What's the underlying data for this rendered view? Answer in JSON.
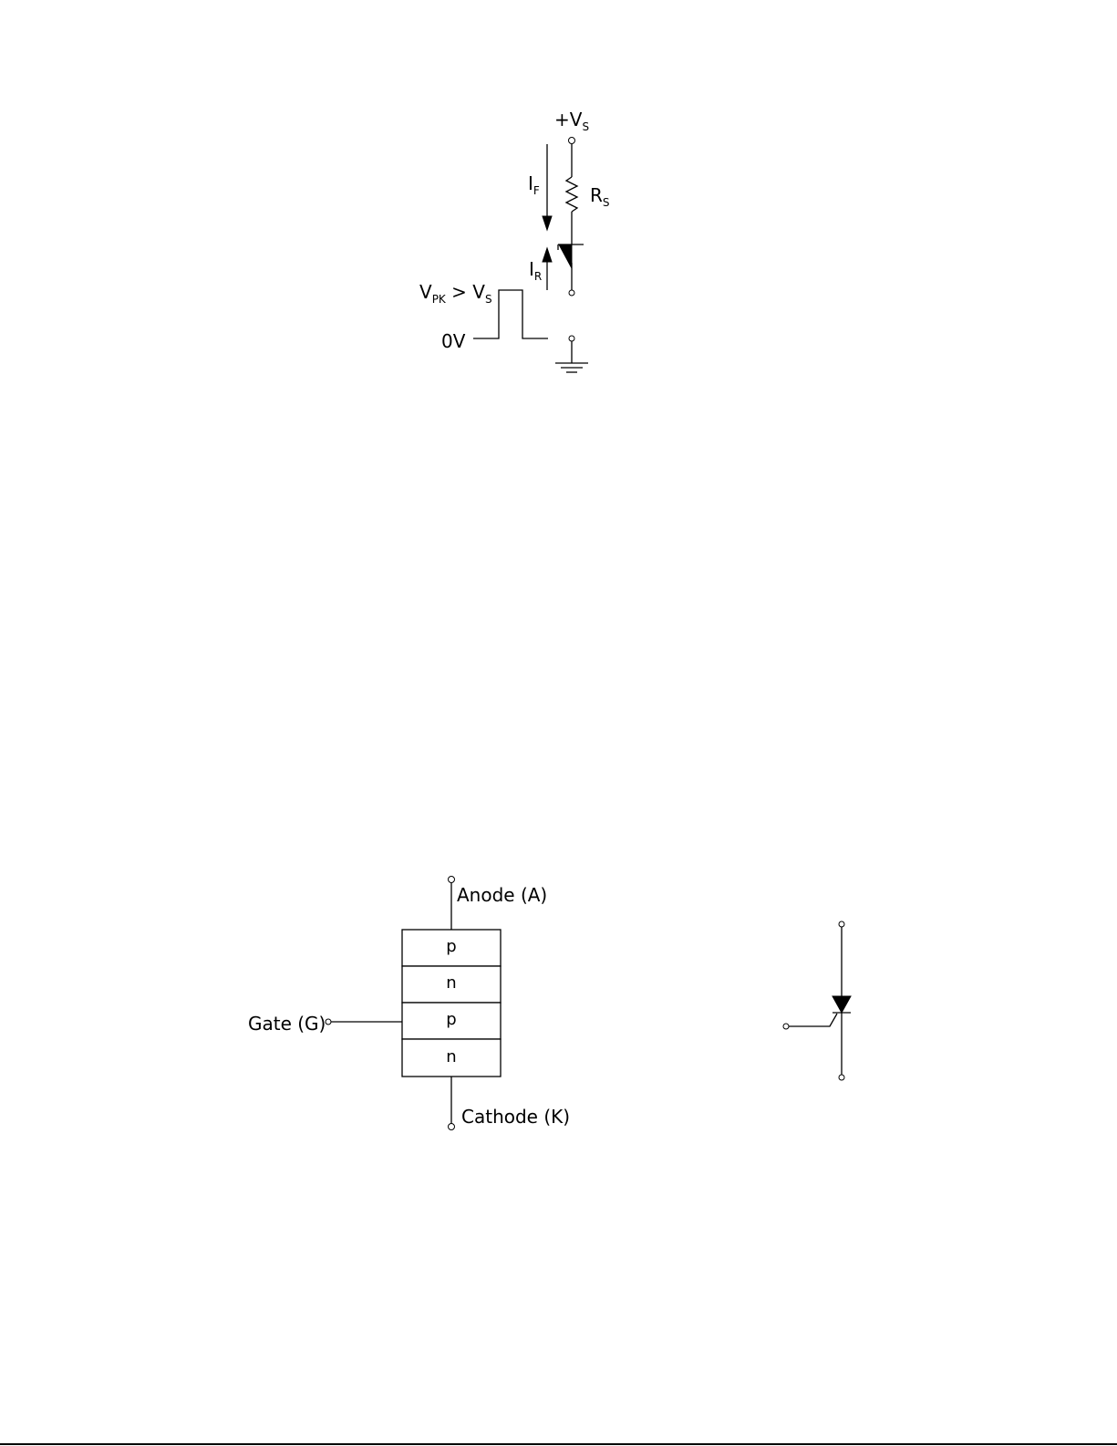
{
  "circuit": {
    "supply_label": "+V",
    "supply_sub": "S",
    "forward_current_label": "I",
    "forward_current_sub": "F",
    "resistor_label": "R",
    "resistor_sub": "S",
    "reverse_current_label": "I",
    "reverse_current_sub": "R",
    "pulse_high_main": "V",
    "pulse_high_sub1": "PK",
    "pulse_high_mid": " > V",
    "pulse_high_sub2": "S",
    "pulse_low_label": "0V"
  },
  "thyristor": {
    "anode_label": "Anode (A)",
    "gate_label": "Gate (G)",
    "cathode_label": "Cathode (K)",
    "layers": [
      "p",
      "n",
      "p",
      "n"
    ]
  },
  "colors": {
    "ink": "#000000",
    "background": "#ffffff"
  }
}
